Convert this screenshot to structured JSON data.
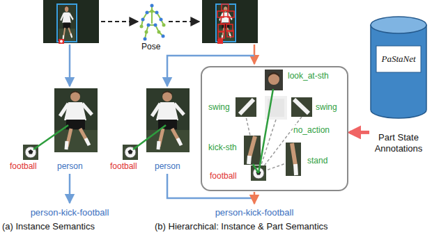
{
  "diagram": {
    "nodes": [
      {
        "text": [
          "look_at-sth",
          "swing",
          "swing",
          "no_action",
          "kick-sth",
          "stand",
          "football"
        ]
      },
      {
        "text": [
          "PaStaNet",
          "Part State Annotations"
        ]
      }
    ],
    "edges": [
      {
        "from": 1,
        "to": 0,
        "arrow": "to"
      }
    ],
    "labels": [
      "Pose",
      "football",
      "person",
      "person-kick-football",
      "(a) Instance Semantics",
      "football",
      "person",
      "person-kick-football",
      "(b) Hierarchical: Instance & Part Semantics"
    ]
  }
}
